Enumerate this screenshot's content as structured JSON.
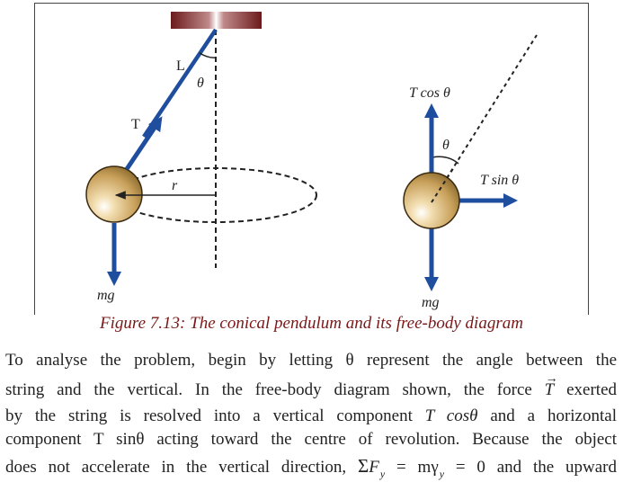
{
  "figure": {
    "labels": {
      "length": "L",
      "angle": "θ",
      "tension": "T",
      "radius": "r",
      "weight": "mg",
      "t_cos": "T cos θ",
      "t_sin": "T sin θ",
      "fbd_angle": "θ",
      "fbd_weight": "mg"
    },
    "colors": {
      "arrow_blue": "#1f4e9e",
      "bob_gold": "#c8a05a",
      "ceiling_dark": "#6b1a1a",
      "caption_red": "#7a1818"
    }
  },
  "caption": "Figure 7.13: The conical pendulum and its free-body diagram",
  "paragraph": {
    "line1": "To analyse the problem, begin by letting θ represent the angle between the",
    "line2_a": "string and the vertical. In the free-body diagram shown, the force ",
    "line2_vec": "T",
    "line2_b": " exerted",
    "line3_a": "by the string is resolved into a vertical component ",
    "line3_it": "T cosθ",
    "line3_b": " and a horizontal",
    "line4": "component T sinθ acting toward the centre of revolution. Because the object",
    "line5_a": "does not accelerate in the vertical direction, ",
    "line5_sigma": "Σ",
    "line5_F": "F",
    "line5_sub1": "y",
    "line5_eq1": " = mγ",
    "line5_sub2": "y",
    "line5_b": " = 0 and the upward"
  }
}
